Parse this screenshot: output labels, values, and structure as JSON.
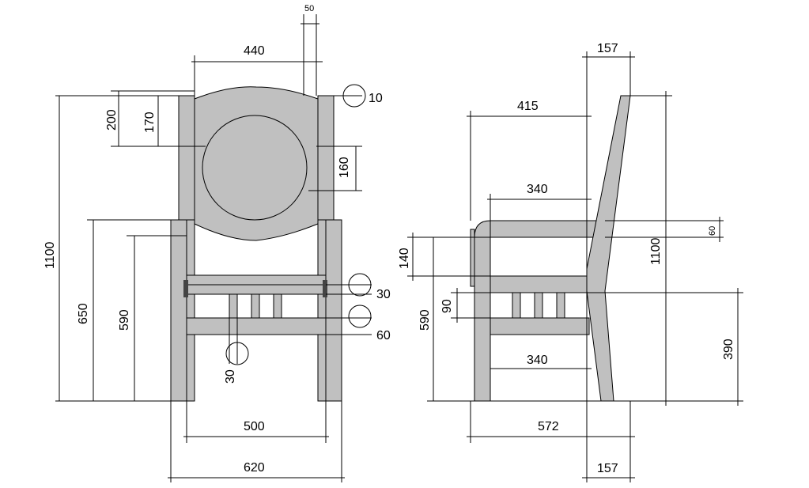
{
  "title": "Chair drawing - front and side elevation",
  "front_view": {
    "dims": {
      "top_width": "50",
      "back_width": "440",
      "marker_top": "10",
      "back_height": "200",
      "panel_height": "170",
      "circle_gap": "160",
      "total_height": "1100",
      "leg_height": "650",
      "seat_height": "590",
      "seat_rail": "30",
      "lower_rail": "60",
      "spindle": "30",
      "inner_width": "500",
      "outer_width": "620"
    }
  },
  "side_view": {
    "dims": {
      "top_depth": "157",
      "arm_depth": "415",
      "arm_inner": "340",
      "arm_thickness": "60",
      "arm_gap": "140",
      "total_height": "1100",
      "rail_gap": "90",
      "seat_height": "590",
      "lower_height": "390",
      "lower_inner": "340",
      "total_depth": "572",
      "bottom_depth": "157"
    }
  },
  "colors": {
    "part_fill": "#c0c0c0",
    "line": "#000000"
  }
}
